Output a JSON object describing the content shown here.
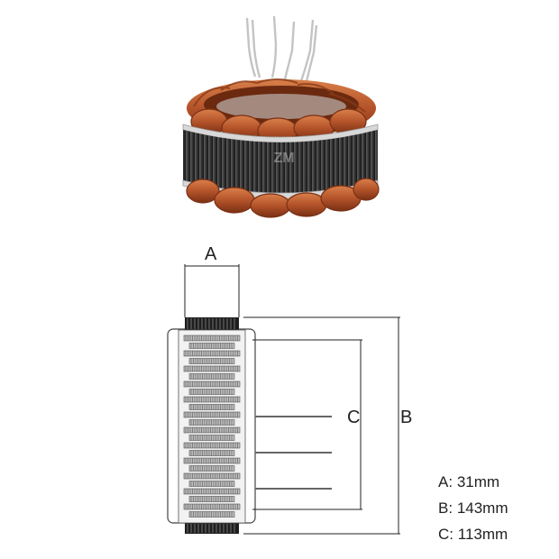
{
  "photo": {
    "subject_icon": "alternator-stator-icon",
    "watermark": "ZM",
    "colors": {
      "copper": "#b8582a",
      "copper_dark": "#7a3014",
      "core": "#3a3a3a",
      "wire": "#c9c9c9"
    }
  },
  "drawing": {
    "label_a": "A",
    "label_b": "B",
    "label_c": "C"
  },
  "specs": [
    {
      "key": "A",
      "sep": ":",
      "value": "31mm"
    },
    {
      "key": "B",
      "sep": ":",
      "value": "143mm"
    },
    {
      "key": "C",
      "sep": ":",
      "value": "113mm"
    }
  ]
}
